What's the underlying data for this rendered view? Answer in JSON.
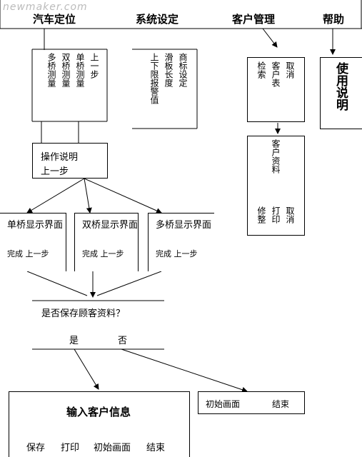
{
  "watermark": "newmaker.com",
  "menu": {
    "items": [
      "汽车定位",
      "系统设定",
      "客户管理",
      "帮助"
    ]
  },
  "position_menu": {
    "cols": [
      "上一步",
      "单桥测量",
      "双桥测量",
      "多桥测量"
    ]
  },
  "settings_menu": {
    "cols": [
      "商标设定",
      "滑板长度",
      "上下限报警值"
    ]
  },
  "customer_menu": {
    "box1_cols": [
      "取消",
      "客户表",
      "检索"
    ],
    "box2_top": "客户资料",
    "box2_bottom_cols": [
      "取消",
      "打印",
      "修整"
    ]
  },
  "help_menu": {
    "box": "使用说明"
  },
  "operation_box": {
    "line1": "操作说明",
    "line2": "上一步"
  },
  "display_boxes": [
    {
      "title": "单桥显示界面",
      "actions": "完成 上一步"
    },
    {
      "title": "双桥显示界面",
      "actions": "完成 上一步"
    },
    {
      "title": "多桥显示界面",
      "actions": "完成 上一步"
    }
  ],
  "save_question": {
    "text": "是否保存顾客资料？",
    "yes": "是",
    "no": "否"
  },
  "input_box": {
    "title": "输入客户信息",
    "buttons": [
      "保存",
      "打印",
      "初始画面",
      "结束"
    ]
  },
  "end_box": {
    "buttons": [
      "初始画面",
      "结束"
    ]
  }
}
